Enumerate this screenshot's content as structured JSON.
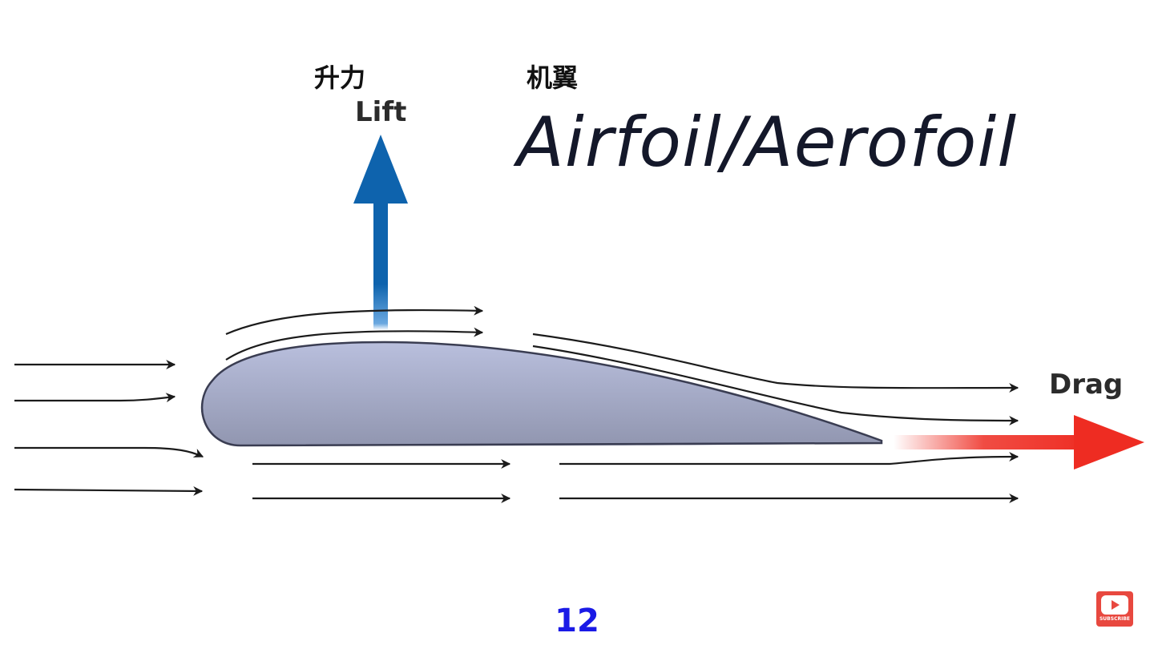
{
  "labels": {
    "lift_cn": "升力",
    "wing_cn": "机翼",
    "lift_en": "Lift",
    "drag_en": "Drag",
    "title": "Airfoil/Aerofoil"
  },
  "page_number": "12",
  "subscribe": {
    "label": "SUBSCRIBE",
    "icon": "youtube-play-icon"
  },
  "colors": {
    "lift_arrow": "#0e63ad",
    "drag_arrow": "#ee2c22",
    "airfoil_fill": "#a8afcc",
    "airfoil_stroke": "#3a3d52",
    "flow_lines": "#1b1b1b",
    "page_number": "#1a1ae6",
    "subscribe_badge": "#e8483f"
  }
}
